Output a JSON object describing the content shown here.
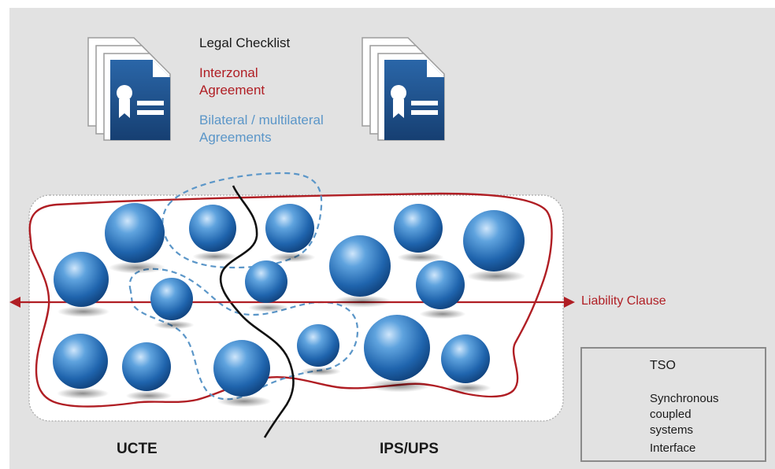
{
  "documents": {
    "title": "Legal Checklist",
    "interzonal": [
      "Interzonal",
      "Agreement"
    ],
    "bilateral": [
      "Bilateral / multilateral",
      "Agreements"
    ]
  },
  "arrow_label": "Liability Clause",
  "regions": {
    "left": "UCTE",
    "right": "IPS/UPS"
  },
  "legend": {
    "tso": "TSO",
    "synchronous": [
      "Synchronous",
      "coupled",
      "systems"
    ],
    "interface": "Interface"
  },
  "colors": {
    "red": "#b01e24",
    "blue_dash": "#5b96c8",
    "doc_blue": "#1f4f8a",
    "sphere": "#2d78c2",
    "background": "#e2e2e2"
  },
  "icons": [
    "document-stack-icon",
    "certificate-icon"
  ]
}
